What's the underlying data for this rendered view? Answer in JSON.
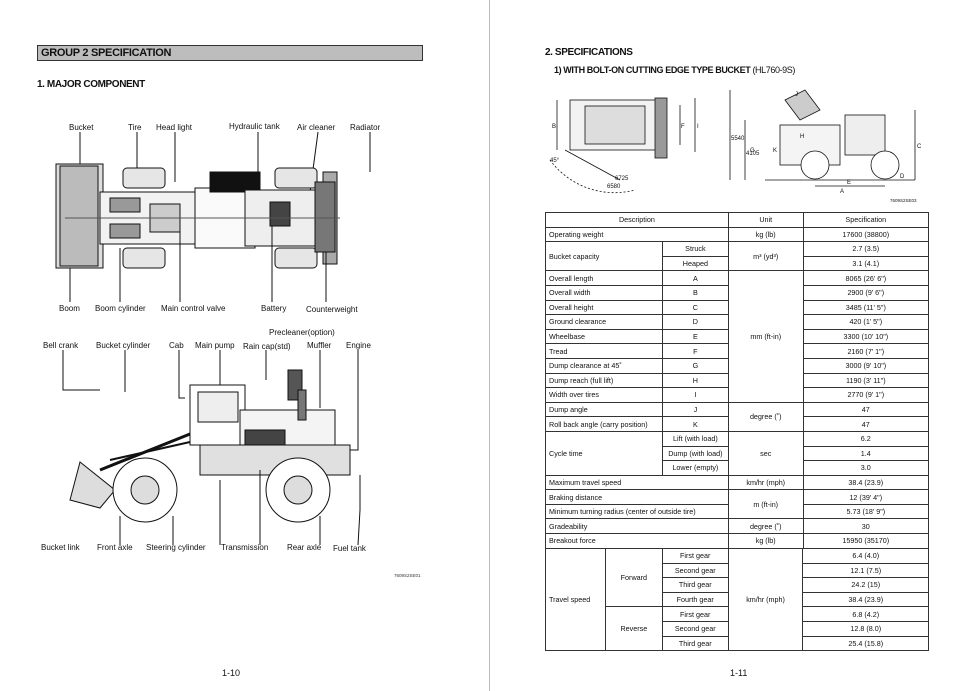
{
  "left": {
    "group_title": "GROUP 2 SPECIFICATION",
    "section_title": "1. MAJOR COMPONENT",
    "top_labels": [
      "Bucket",
      "Tire",
      "Head light",
      "Hydraulic tank",
      "Air cleaner",
      "Radiator"
    ],
    "mid_labels": [
      "Boom",
      "Boom cylinder",
      "Main control valve",
      "Battery",
      "Counterweight"
    ],
    "precleaner": "Precleaner(option)",
    "side_labels": [
      "Bell crank",
      "Bucket cylinder",
      "Cab",
      "Main pump",
      "Rain cap(std)",
      "Muffler",
      "Engine"
    ],
    "bottom_labels": [
      "Bucket link",
      "Front axle",
      "Steering cylinder",
      "Transmission",
      "Rear axle",
      "Fuel tank"
    ],
    "fig_ref": "7609S2SE01",
    "page_number": "1-10"
  },
  "right": {
    "section_title": "2. SPECIFICATIONS",
    "subsection_title": "1) WITH BOLT-ON CUTTING EDGE TYPE BUCKET",
    "model": "(HL760-9S)",
    "dims": {
      "a": "A",
      "b": "B",
      "c": "C",
      "d": "D",
      "e": "E",
      "f": "F",
      "g": "G",
      "h": "H",
      "i": "I",
      "j": "J",
      "k": "K",
      "d1": "5540",
      "d2": "4105",
      "d3": "6725",
      "d4": "6580",
      "ang": "45°"
    },
    "fig_ref": "7609S2SE03",
    "page_number": "1-11",
    "table_headers": [
      "Description",
      "Unit",
      "Specification"
    ],
    "rows": {
      "op_weight": {
        "desc": "Operating weight",
        "unit": "kg (lb)",
        "spec": "17600 (38800)"
      },
      "bucket": {
        "desc": "Bucket capacity",
        "unit": "m³ (yd³)",
        "struck": "Struck",
        "struck_v": "2.7 (3.5)",
        "heaped": "Heaped",
        "heaped_v": "3.1 (4.1)"
      },
      "mm_unit": "mm (ft-in)",
      "dim_rows": [
        {
          "desc": "Overall length",
          "sym": "A",
          "spec": "8065 (26' 6\")"
        },
        {
          "desc": "Overall width",
          "sym": "B",
          "spec": "2900 (9' 6\")"
        },
        {
          "desc": "Overall height",
          "sym": "C",
          "spec": "3485 (11' 5\")"
        },
        {
          "desc": "Ground clearance",
          "sym": "D",
          "spec": "420 (1' 5\")"
        },
        {
          "desc": "Wheelbase",
          "sym": "E",
          "spec": "3300 (10' 10\")"
        },
        {
          "desc": "Tread",
          "sym": "F",
          "spec": "2160 (7' 1\")"
        },
        {
          "desc": "Dump clearance at 45˚",
          "sym": "G",
          "spec": "3000 (9' 10\")"
        },
        {
          "desc": "Dump reach (full lift)",
          "sym": "H",
          "spec": "1190 (3' 11\")"
        },
        {
          "desc": "Width over tires",
          "sym": "I",
          "spec": "2770 (9' 1\")"
        }
      ],
      "deg_unit": "degree (˚)",
      "angle_rows": [
        {
          "desc": "Dump angle",
          "sym": "J",
          "spec": "47"
        },
        {
          "desc": "Roll back angle (carry position)",
          "sym": "K",
          "spec": "47"
        }
      ],
      "cycle": {
        "desc": "Cycle time",
        "unit": "sec",
        "items": [
          {
            "label": "Lift (with load)",
            "spec": "6.2"
          },
          {
            "label": "Dump (with load)",
            "spec": "1.4"
          },
          {
            "label": "Lower (empty)",
            "spec": "3.0"
          }
        ]
      },
      "max_speed": {
        "desc": "Maximum travel speed",
        "unit": "km/hr (mph)",
        "spec": "38.4 (23.9)"
      },
      "braking": {
        "desc": "Braking distance",
        "unit": "m (ft-in)",
        "spec": "12 (39' 4\")"
      },
      "turning": {
        "desc": "Minimum turning radius (center of outside tire)",
        "spec": "5.73 (18' 9\")"
      },
      "grade": {
        "desc": "Gradeability",
        "unit": "degree (˚)",
        "spec": "30"
      },
      "breakout": {
        "desc": "Breakout force",
        "unit": "kg (lb)",
        "spec": "15950 (35170)"
      },
      "travel": {
        "desc": "Travel speed",
        "unit": "km/hr (mph)",
        "forward": "Forward",
        "reverse": "Reverse",
        "fwd_gears": [
          {
            "gear": "First gear",
            "spec": "6.4 (4.0)"
          },
          {
            "gear": "Second gear",
            "spec": "12.1 (7.5)"
          },
          {
            "gear": "Third gear",
            "spec": "24.2 (15)"
          },
          {
            "gear": "Fourth gear",
            "spec": "38.4 (23.9)"
          }
        ],
        "rev_gears": [
          {
            "gear": "First gear",
            "spec": "6.8 (4.2)"
          },
          {
            "gear": "Second gear",
            "spec": "12.8 (8.0)"
          },
          {
            "gear": "Third gear",
            "spec": "25.4 (15.8)"
          }
        ]
      }
    }
  }
}
